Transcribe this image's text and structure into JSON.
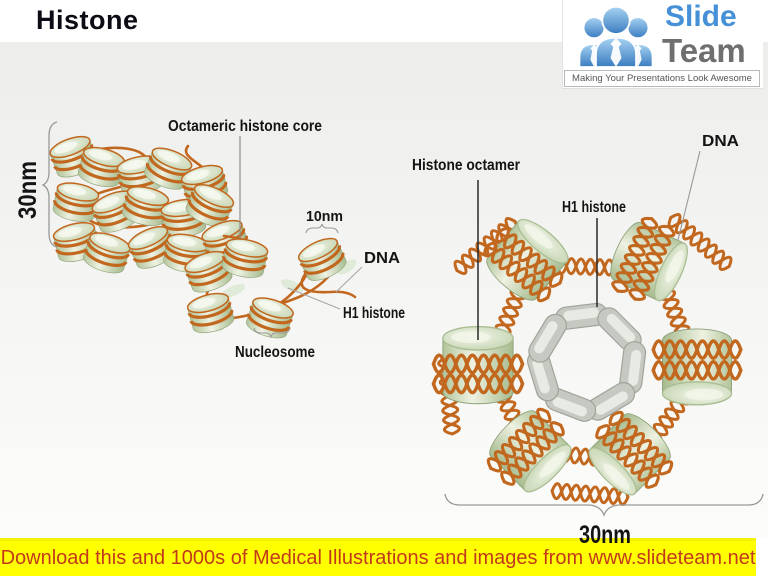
{
  "header": {
    "title": "Histone"
  },
  "logo": {
    "slide": "Slide",
    "team": "Team",
    "tagline": "Making Your Presentations Look Awesome",
    "slide_color": "#4590d6",
    "team_color": "#6f6f6f"
  },
  "diagram": {
    "labels": {
      "fiber_width_left": "30nm",
      "octameric_core": "Octameric histone core",
      "bead_width": "10nm",
      "dna_mid": "DNA",
      "h1_mid": "H1 histone",
      "nucleosome": "Nucleosome",
      "histone_octamer": "Histone octamer",
      "h1_right": "H1 histone",
      "dna_right": "DNA",
      "fiber_width_bottom": "30nm"
    },
    "colors": {
      "dna_strand": "#c2671e",
      "histone_green": "#dfe9d0",
      "h1_capsule": "#c7cac2",
      "label_text": "#141414"
    }
  },
  "banner": {
    "text": "Download this and 1000s of Medical Illustrations and images from www.slideteam.net",
    "bg": "#ffff00",
    "text_color": "#c23a1b"
  }
}
